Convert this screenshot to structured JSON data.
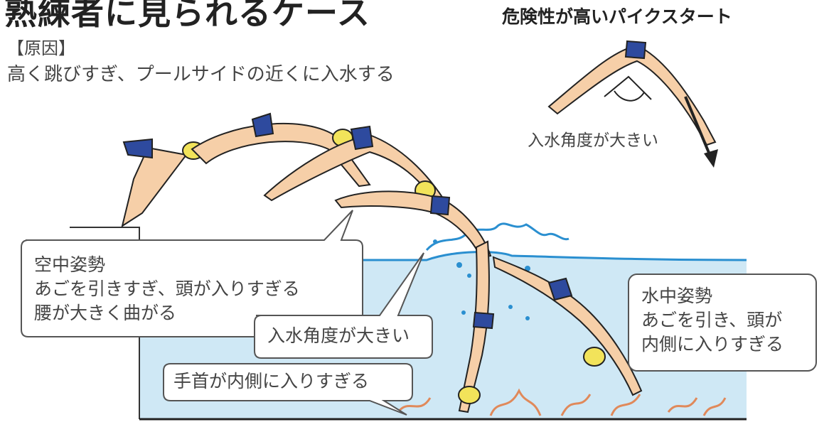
{
  "title": "熟練者に見られるケース",
  "cause": {
    "label": "【原因】",
    "text": "高く跳びすぎ、プールサイドの近くに入水する"
  },
  "danger": {
    "title": "危険性が高いパイクスタート",
    "angle_note": "入水角度が大きい"
  },
  "callouts": {
    "air_posture": {
      "line1": "空中姿勢",
      "line2": "あごを引きすぎ、頭が入りすぎる",
      "line3": "腰が大きく曲がる"
    },
    "entry_angle": "入水角度が大きい",
    "wrist": "手首が内側に入りすぎる",
    "underwater": {
      "line1": "水中姿勢",
      "line2": "あごを引き、頭が",
      "line3": "内側に入りすぎる"
    }
  },
  "colors": {
    "water": "#cfe8f5",
    "water_line": "#2a8fd0",
    "skin": "#f6cfa8",
    "swimsuit": "#2e4a9e",
    "cap": "#f2e35a",
    "seaweed": "#e0895a",
    "callout_border": "#555555"
  }
}
